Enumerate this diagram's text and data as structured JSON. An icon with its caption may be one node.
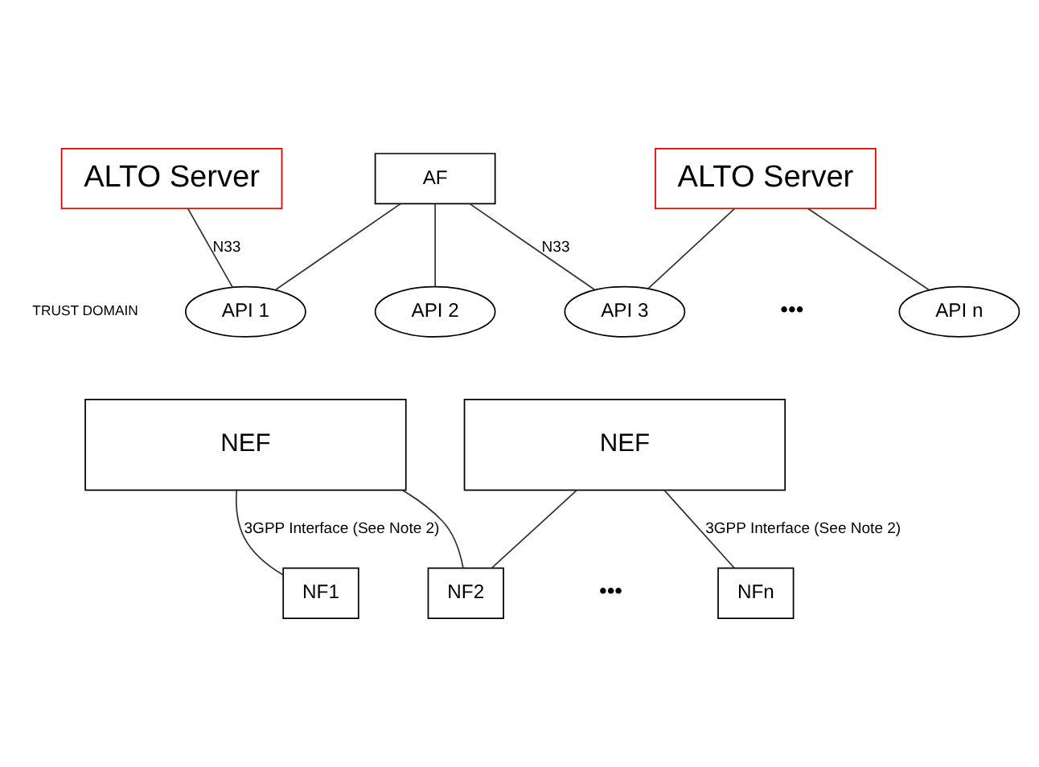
{
  "diagram": {
    "nodes": [
      {
        "text": [
          "ALTO Server"
        ]
      },
      {
        "text": [
          "ALTO Server"
        ]
      },
      {
        "text": [
          "AF"
        ]
      },
      {
        "text": [
          "API 1"
        ]
      },
      {
        "text": [
          "API 2"
        ]
      },
      {
        "text": [
          "API 3"
        ]
      },
      {
        "text": [
          "API n"
        ]
      },
      {
        "text": [
          "NEF"
        ]
      },
      {
        "text": [
          "NEF"
        ]
      },
      {
        "text": [
          "NF1"
        ]
      },
      {
        "text": [
          "NF2"
        ]
      },
      {
        "text": [
          "NFn"
        ]
      }
    ],
    "edges": [
      {
        "from": 0,
        "to": 3,
        "arrow": "none",
        "label": "N33"
      },
      {
        "from": 2,
        "to": 3,
        "arrow": "none"
      },
      {
        "from": 2,
        "to": 4,
        "arrow": "none"
      },
      {
        "from": 2,
        "to": 5,
        "arrow": "none",
        "label": "N33"
      },
      {
        "from": 1,
        "to": 5,
        "arrow": "none"
      },
      {
        "from": 1,
        "to": 6,
        "arrow": "none"
      },
      {
        "from": 7,
        "to": 9,
        "arrow": "none",
        "label": "3GPP Interface (See Note 2)"
      },
      {
        "from": 7,
        "to": 10,
        "arrow": "none"
      },
      {
        "from": 8,
        "to": 10,
        "arrow": "none"
      },
      {
        "from": 8,
        "to": 11,
        "arrow": "none",
        "label": "3GPP Interface (See Note 2)"
      }
    ],
    "labels": [
      "•••",
      "TRUST DOMAIN",
      "•••"
    ]
  }
}
